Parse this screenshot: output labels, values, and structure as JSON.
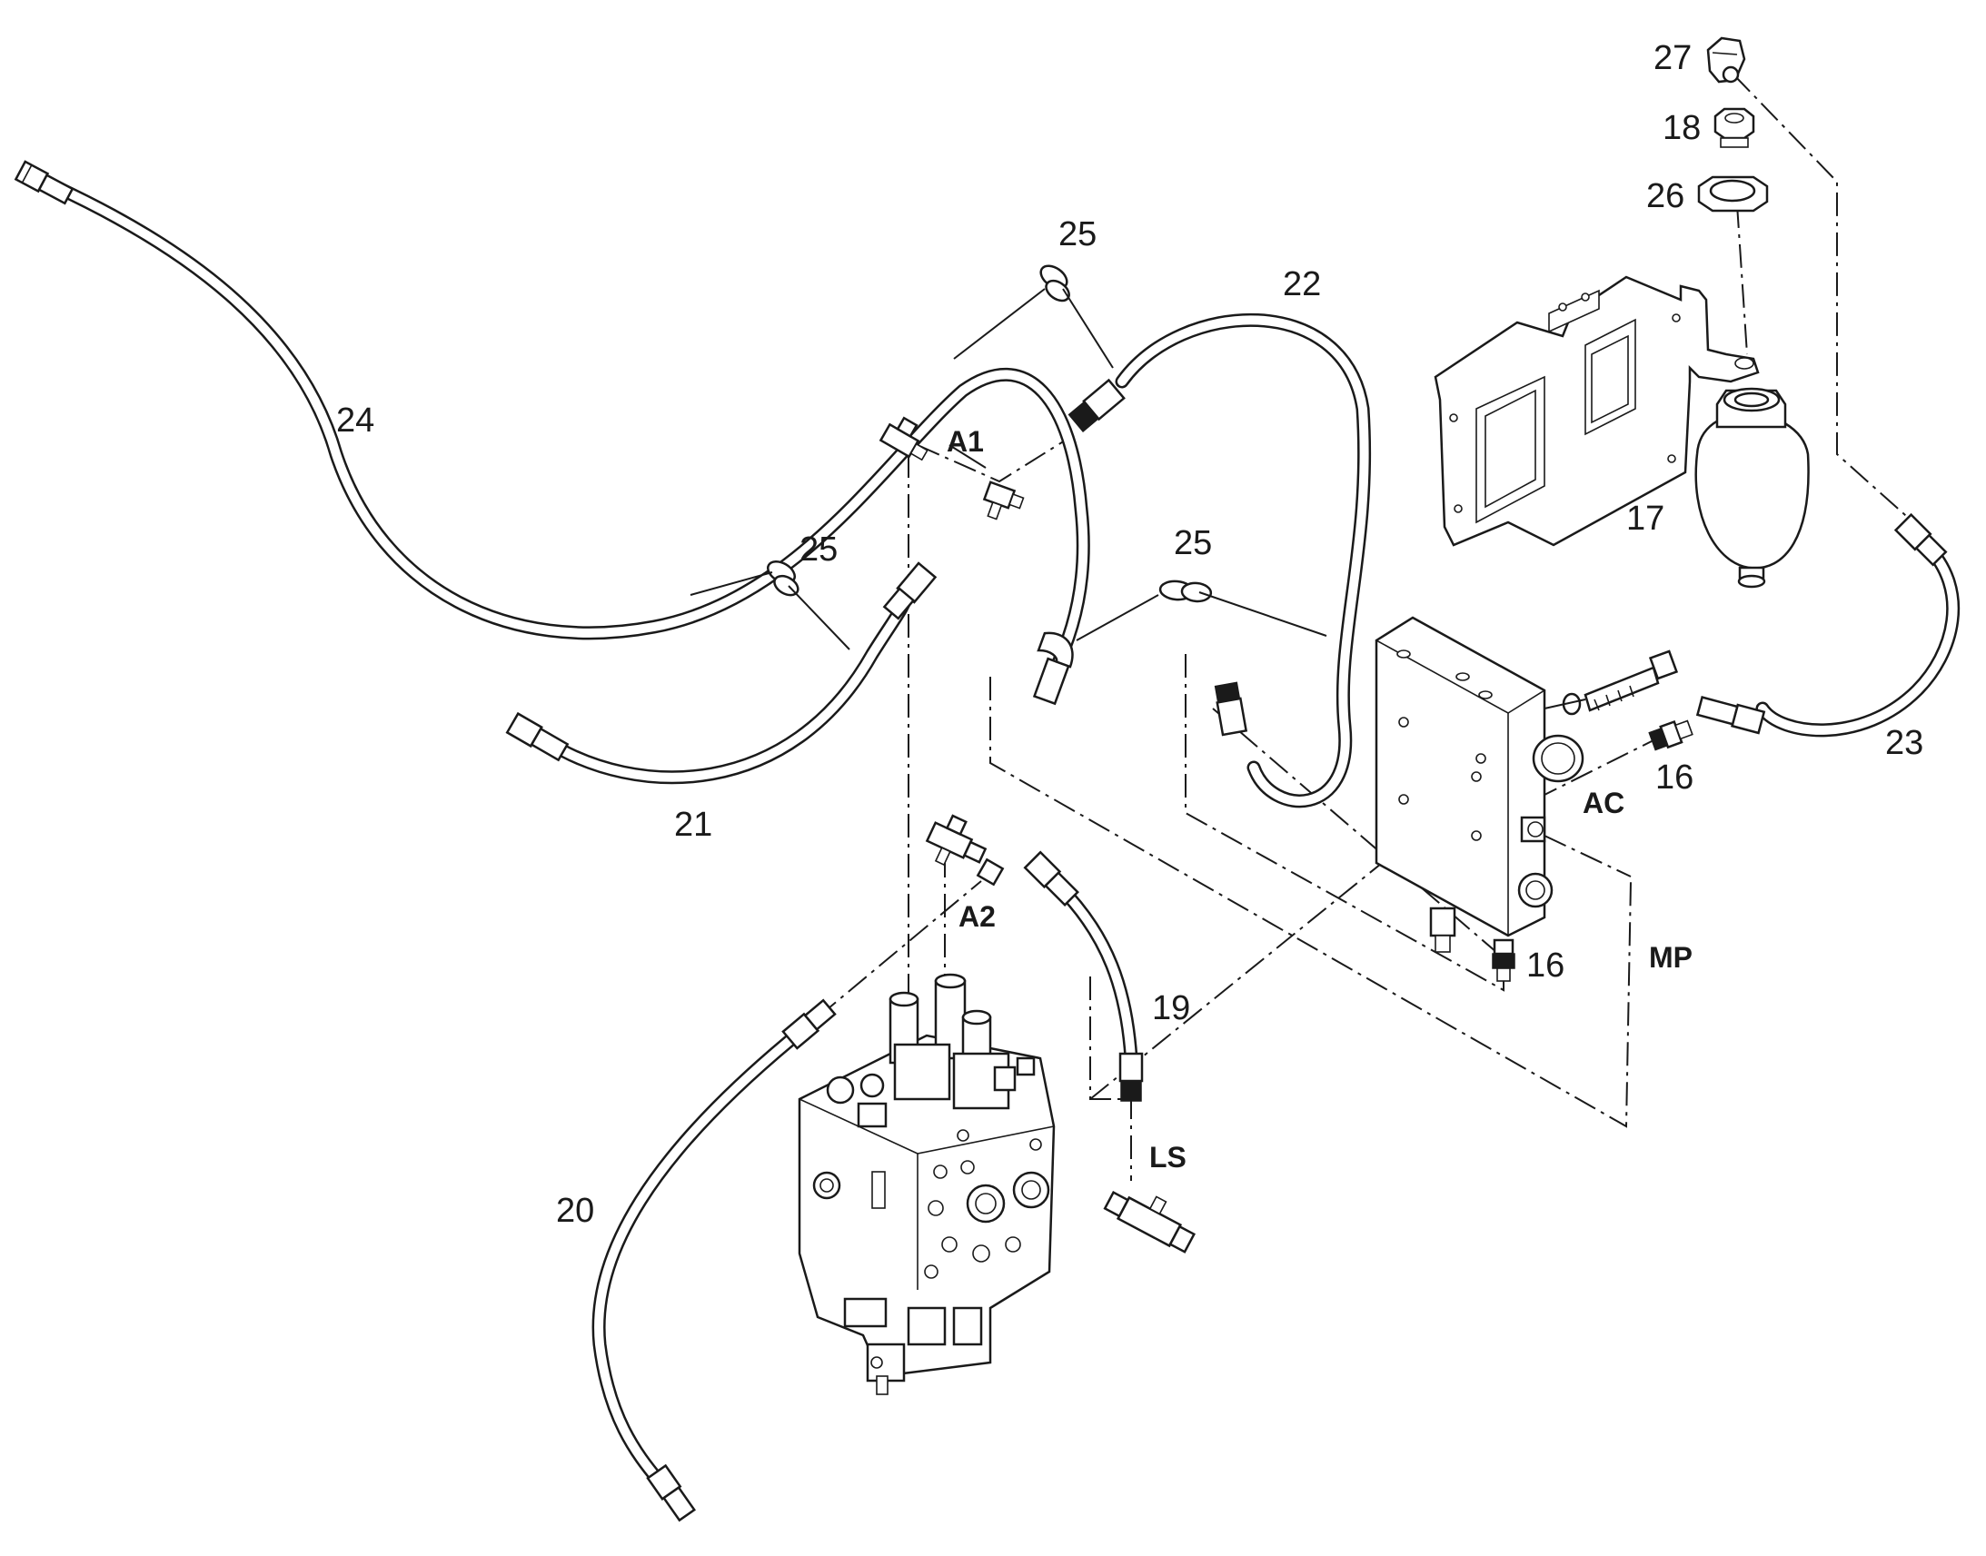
{
  "callouts": {
    "c27": "27",
    "c18": "18",
    "c26": "26",
    "c25a": "25",
    "c22": "22",
    "c24": "24",
    "c17": "17",
    "c25b": "25",
    "c25c": "25",
    "c23": "23",
    "c16a": "16",
    "c21": "21",
    "c16b": "16",
    "c19": "19",
    "c20": "20"
  },
  "ports": {
    "a1": "A1",
    "a2": "A2",
    "ac": "AC",
    "mp": "MP",
    "ls": "LS"
  }
}
